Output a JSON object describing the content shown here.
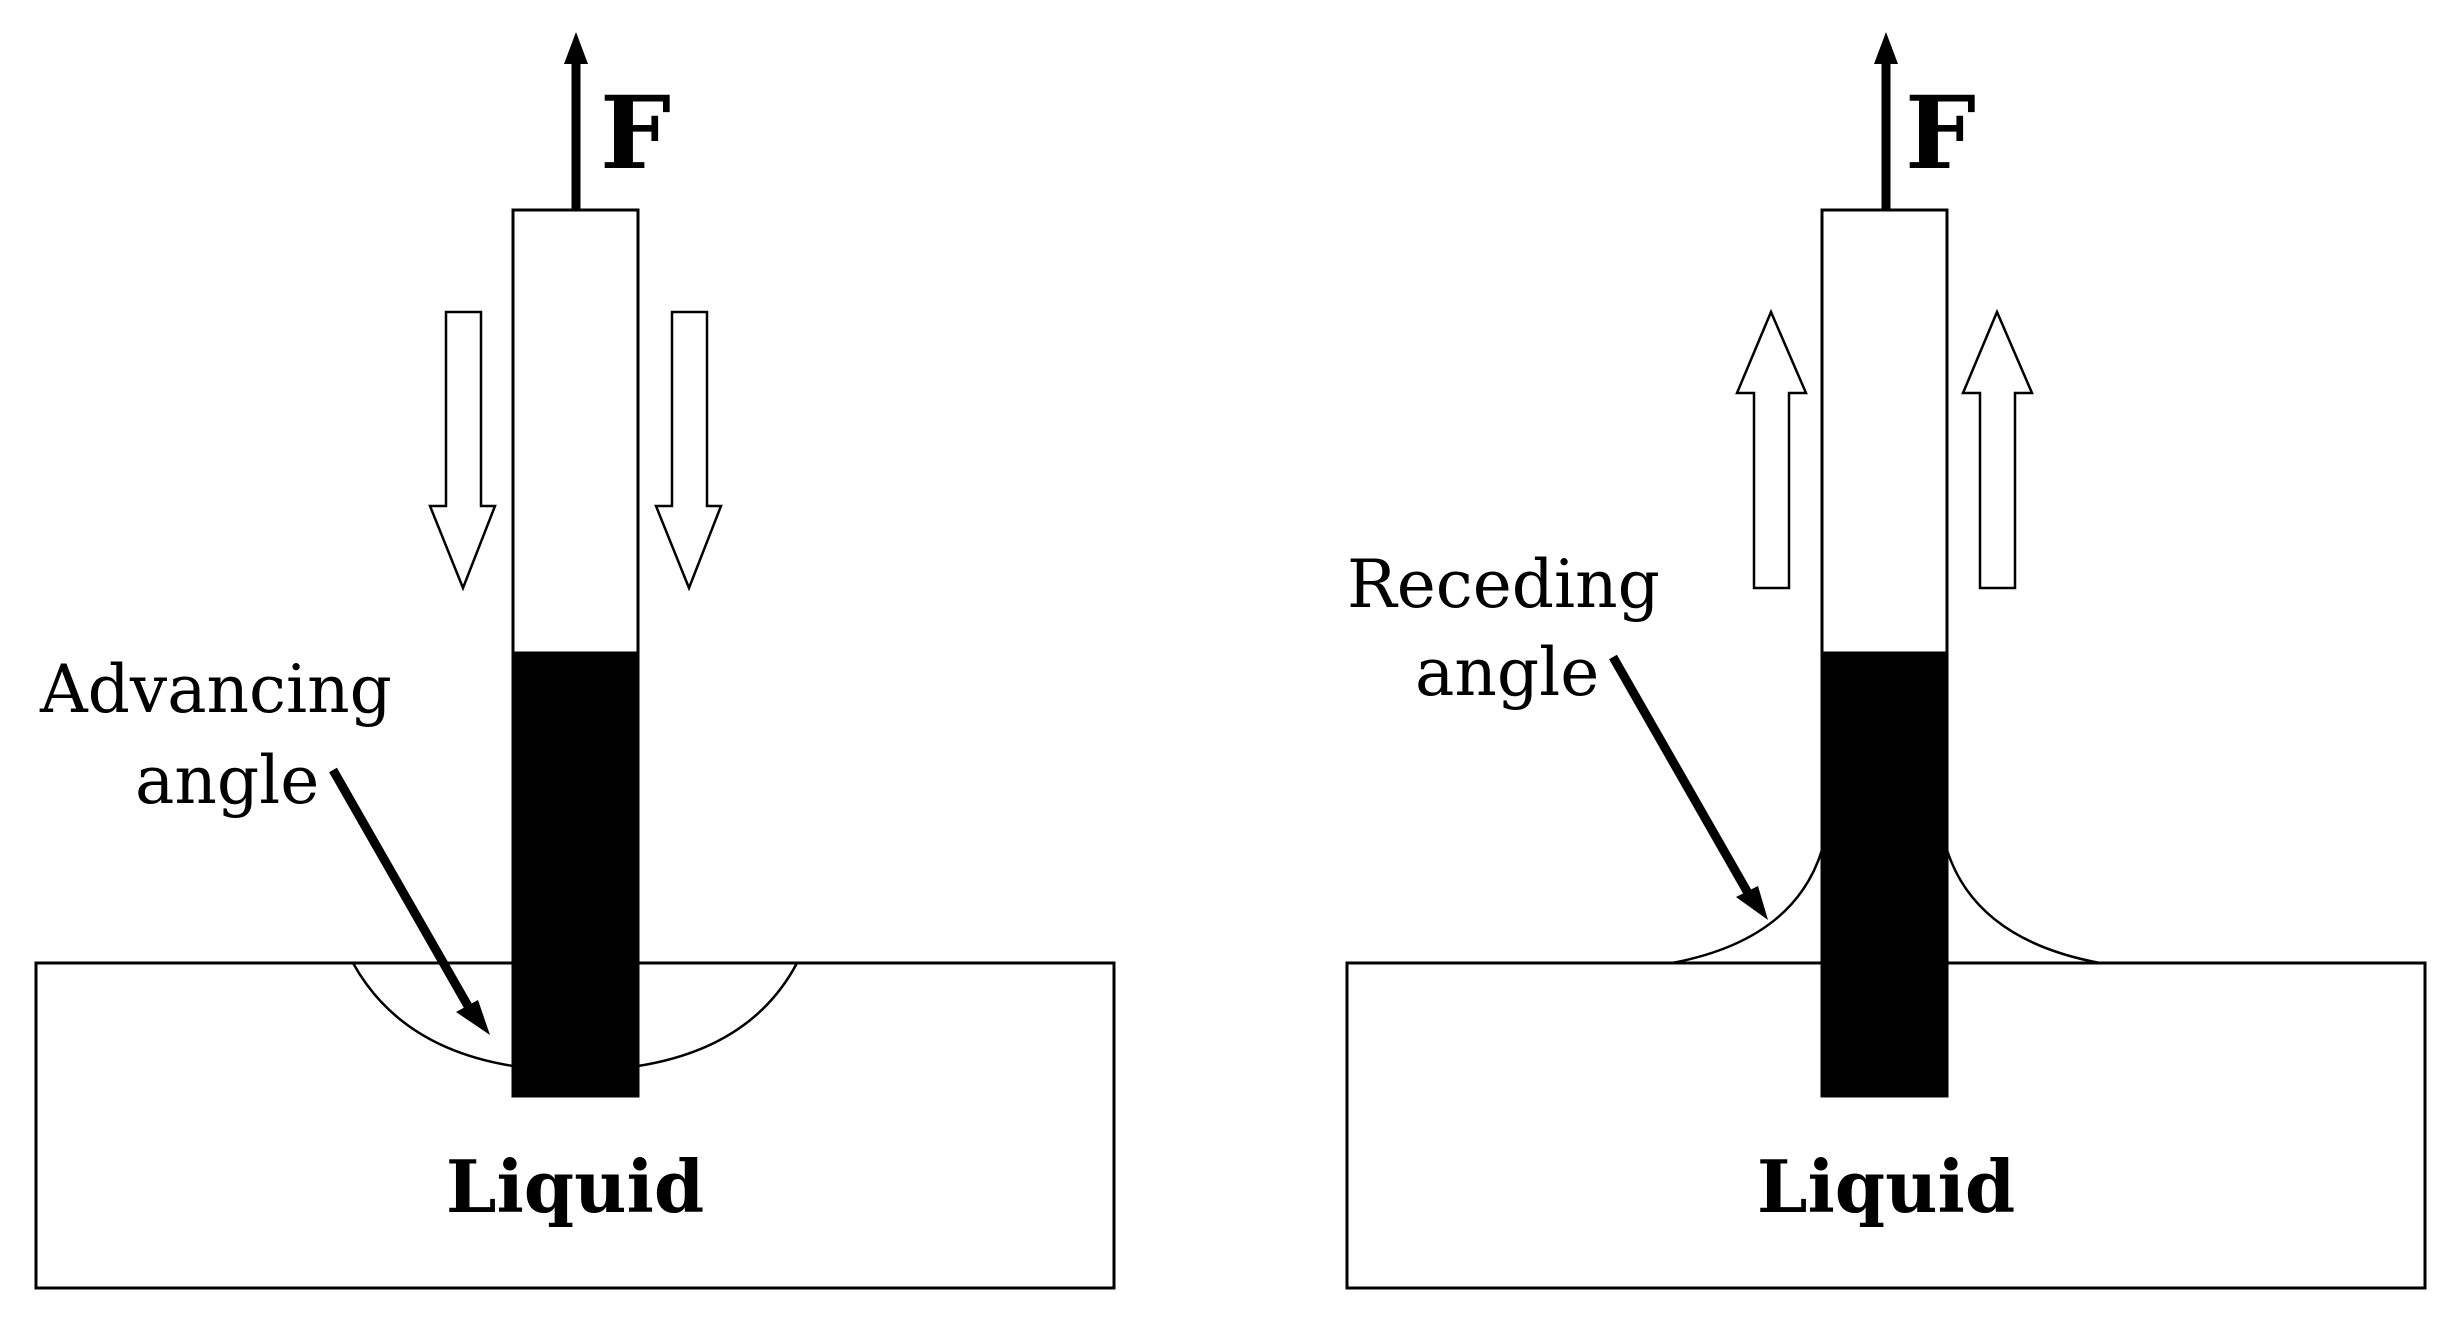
{
  "panels": [
    {
      "id": "advancing",
      "force_label": "F",
      "angle_label_line1": "Advancing",
      "angle_label_line2": "angle",
      "liquid_label": "Liquid",
      "motion": "down"
    },
    {
      "id": "receding",
      "force_label": "F",
      "angle_label_line1": "Receding",
      "angle_label_line2": "angle",
      "liquid_label": "Liquid",
      "motion": "up"
    }
  ],
  "colors": {
    "stroke": "#000000",
    "plate_fill": "#000000",
    "background": "#ffffff"
  }
}
